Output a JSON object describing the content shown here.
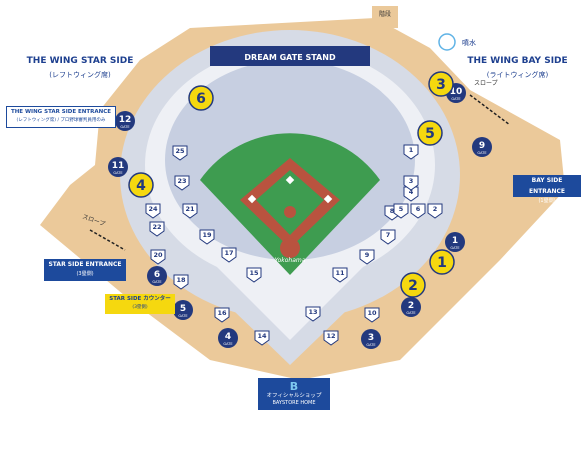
{
  "stand_top": "DREAM GATE STAND",
  "wing_left": {
    "title": "THE WING STAR SIDE",
    "sub": "(レフトウィング席)"
  },
  "wing_right": {
    "title": "THE WING BAY SIDE",
    "sub": "(ライトウィング席)"
  },
  "entrance_wing_star": {
    "title": "THE WING STAR SIDE ENTRANCE",
    "sub": "(レフトウィング席) / プロ野球審判員用のみ"
  },
  "entrance_star": {
    "title": "STAR SIDE ENTRANCE",
    "sub": "(3塁側)"
  },
  "entrance_bay": {
    "title": "BAY SIDE ENTRANCE",
    "sub": "(1塁側)"
  },
  "counter_star": {
    "title": "STAR SIDE カウンター",
    "sub": "(3塁側)"
  },
  "shop": {
    "title": "オフィシャルショップ",
    "sub": "BAYSTORE HOME"
  },
  "water_label": "噴水",
  "slope_label": "スロープ",
  "stairs_label": "階段",
  "field_logo": "Yokohama",
  "gate_word": "GATE",
  "gates": [
    {
      "num": "12"
    },
    {
      "num": "11"
    },
    {
      "num": "10"
    },
    {
      "num": "9"
    },
    {
      "num": "1"
    },
    {
      "num": "2"
    },
    {
      "num": "3"
    },
    {
      "num": "4"
    },
    {
      "num": "5"
    },
    {
      "num": "6"
    }
  ],
  "zones": [
    "1",
    "2",
    "3",
    "4",
    "5",
    "6"
  ],
  "sections": [
    "25",
    "23",
    "24",
    "21",
    "22",
    "19",
    "20",
    "18",
    "17",
    "16",
    "15",
    "14",
    "13",
    "12",
    "11",
    "10",
    "9",
    "7",
    "8",
    "5",
    "6",
    "4",
    "3",
    "2",
    "1"
  ],
  "colors": {
    "sand": "#ebc99a",
    "stadium_gray": "#d6dbe6",
    "concourse": "#eef0f5",
    "navy": "#23397e",
    "field_green": "#3e9c50",
    "dirt": "#b9533f",
    "zone_yellow": "#f5d80f",
    "entrance_blue": "#1d4a9c"
  }
}
